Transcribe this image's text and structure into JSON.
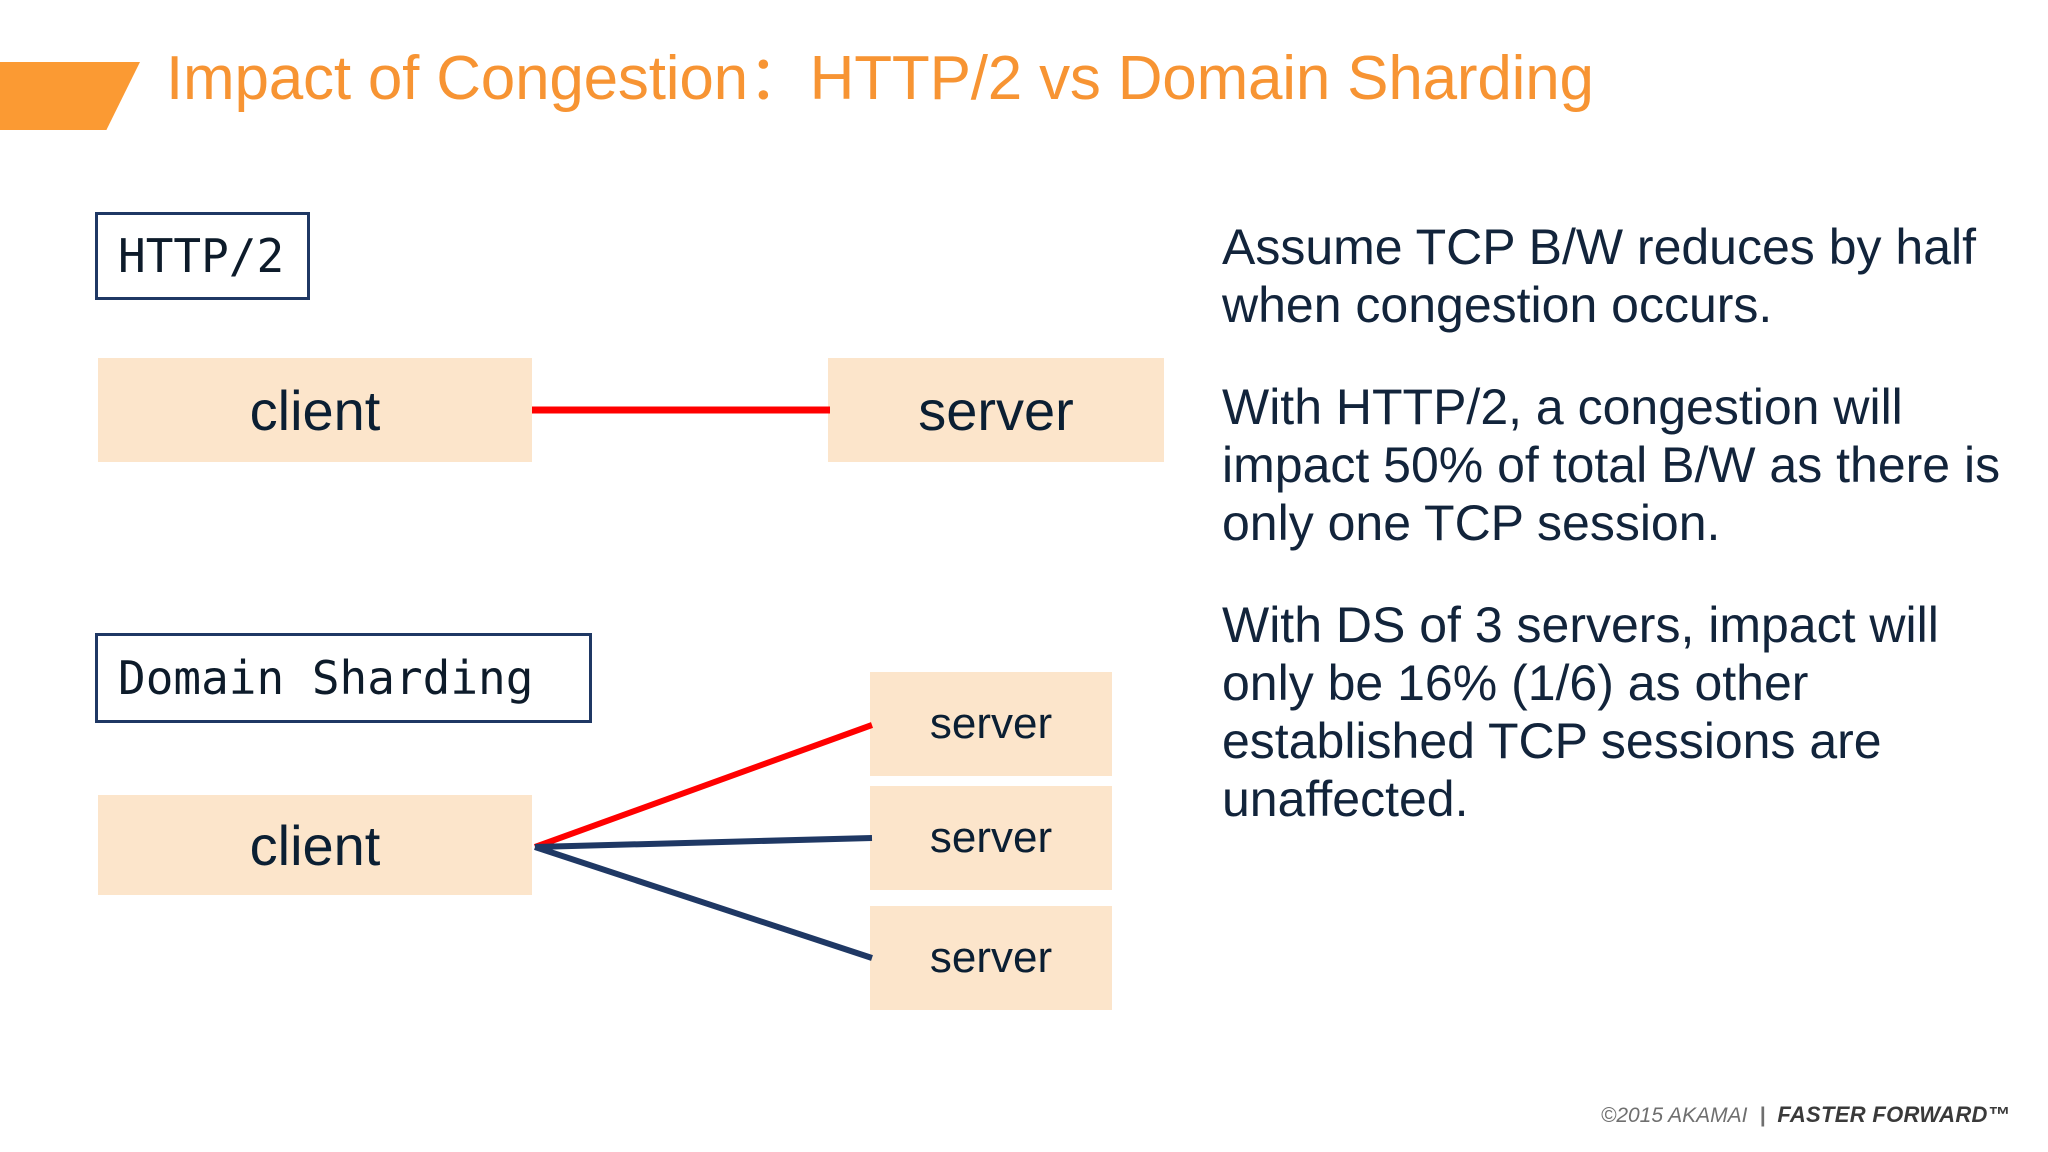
{
  "slide": {
    "title": "Impact of Congestion：HTTP/2 vs Domain Sharding",
    "accent_color": "#FB9A33",
    "title_color": "#F79433",
    "node_fill_color": "#FCE5CB",
    "navy_color": "#1F3864",
    "congested_link_color": "#FF0000",
    "background_color": "#FFFFFF"
  },
  "diagram": {
    "http2": {
      "label": "HTTP/2",
      "client_label": "client",
      "server_label": "server",
      "link_state": "congested",
      "link_color": "#FF0000"
    },
    "domain_sharding": {
      "label": "Domain Sharding",
      "client_label": "client",
      "servers": [
        {
          "label": "server",
          "link_state": "congested",
          "link_color": "#FF0000"
        },
        {
          "label": "server",
          "link_state": "normal",
          "link_color": "#1F3864"
        },
        {
          "label": "server",
          "link_state": "normal",
          "link_color": "#1F3864"
        }
      ]
    }
  },
  "body": {
    "paragraphs": [
      "Assume TCP B/W reduces by half when congestion occurs.",
      "With HTTP/2, a congestion will impact 50% of total B/W as there is only one TCP session.",
      "With DS of 3 servers, impact will only be 16% (1/6) as other established TCP sessions are unaffected."
    ]
  },
  "footer": {
    "copyright": "©2015 AKAMAI",
    "separator": "|",
    "tagline": "FASTER FORWARD™"
  }
}
